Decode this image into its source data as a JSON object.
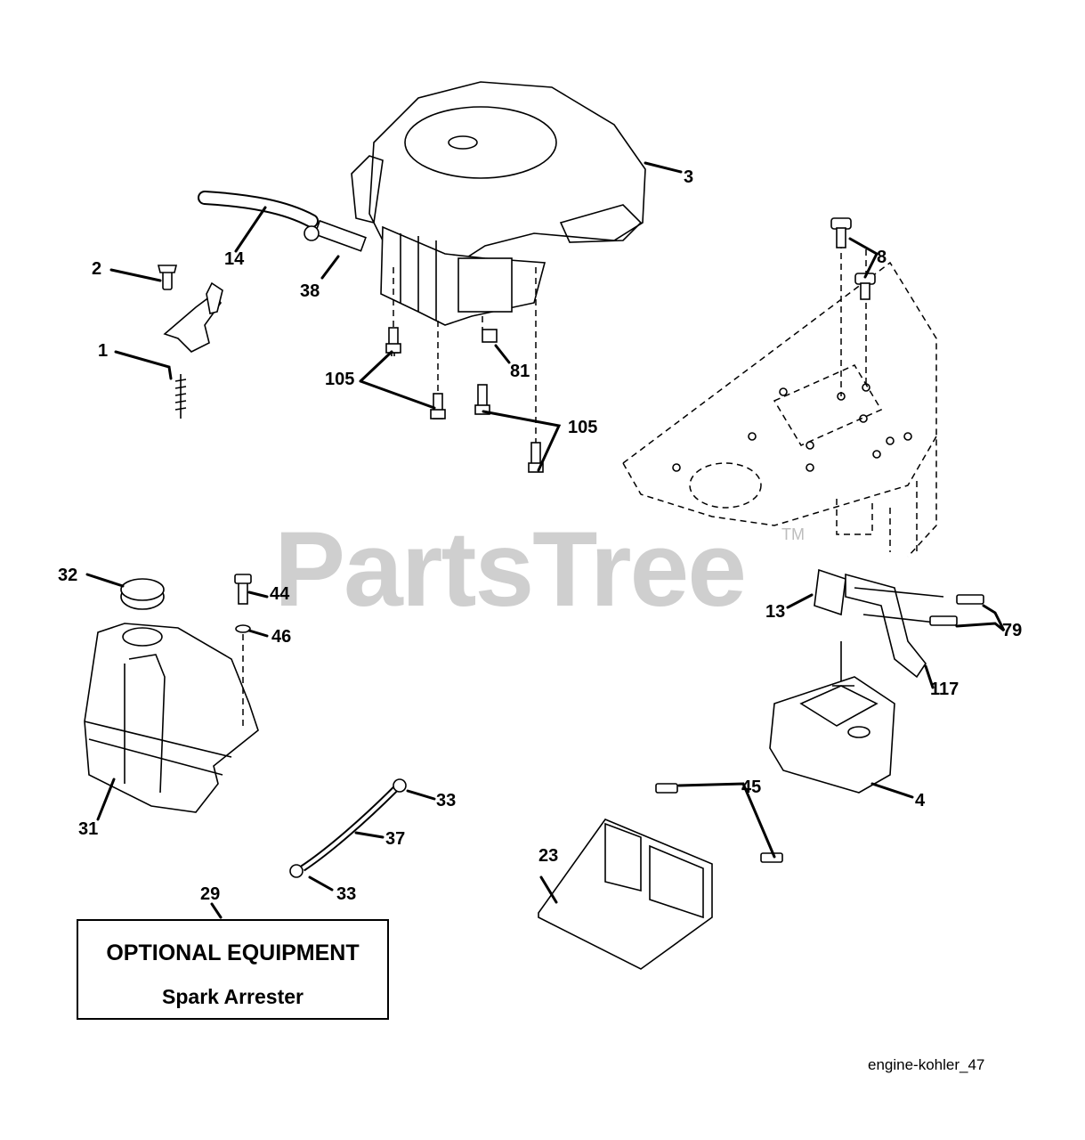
{
  "diagram": {
    "reference_code": "engine-kohler_47",
    "watermark": "PartsTree",
    "watermark_tm": "TM",
    "optional_box": {
      "title": "OPTIONAL EQUIPMENT",
      "subtitle": "Spark Arrester"
    }
  },
  "callouts": [
    "1",
    "2",
    "3",
    "4",
    "8",
    "13",
    "14",
    "23",
    "29",
    "31",
    "32",
    "33",
    "33",
    "37",
    "38",
    "44",
    "45",
    "46",
    "79",
    "81",
    "105",
    "105",
    "117"
  ]
}
